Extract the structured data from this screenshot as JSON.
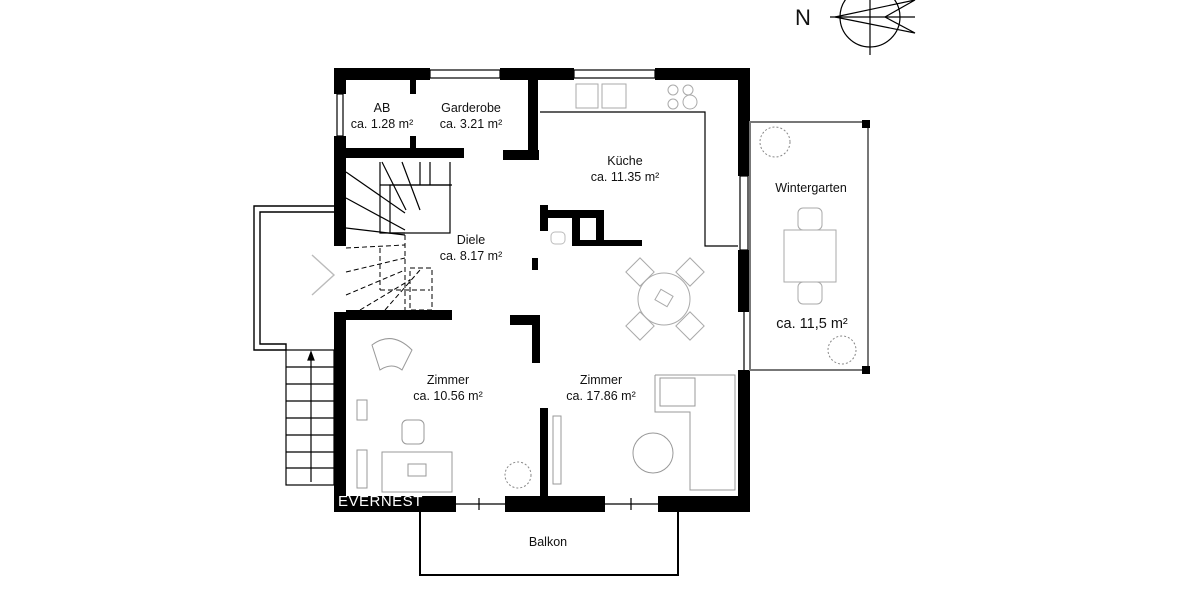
{
  "compass": {
    "label": "N",
    "icon": "north-arrow-icon"
  },
  "watermark": "EVERNEST",
  "rooms": [
    {
      "id": "ab",
      "name": "AB",
      "area": "ca. 1.28 m²"
    },
    {
      "id": "garderobe",
      "name": "Garderobe",
      "area": "ca. 3.21 m²"
    },
    {
      "id": "kueche",
      "name": "Küche",
      "area": "ca. 11.35 m²"
    },
    {
      "id": "wintergarten",
      "name": "Wintergarten",
      "area": "ca. 11,5 m²"
    },
    {
      "id": "diele",
      "name": "Diele",
      "area": "ca. 8.17 m²"
    },
    {
      "id": "zimmer1",
      "name": "Zimmer",
      "area": "ca. 10.56 m²"
    },
    {
      "id": "zimmer2",
      "name": "Zimmer",
      "area": "ca. 17.86 m²"
    },
    {
      "id": "balkon",
      "name": "Balkon",
      "area": ""
    }
  ],
  "colors": {
    "wall": "#000000",
    "furniture": "#9a9a9a",
    "background": "#ffffff"
  }
}
